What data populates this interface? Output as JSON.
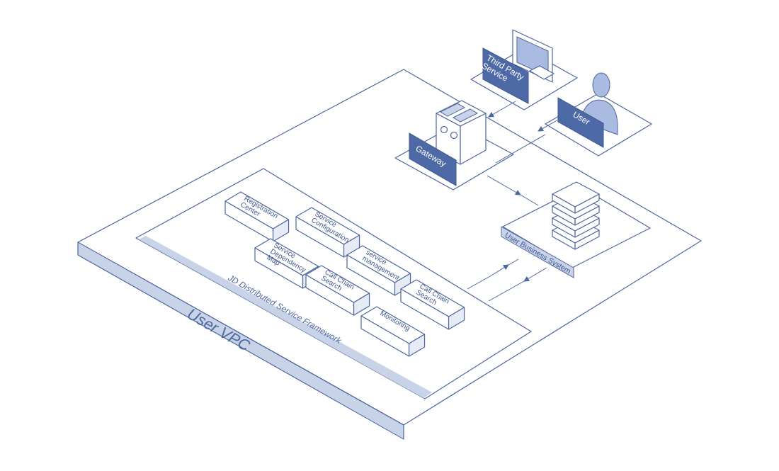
{
  "vpc": {
    "label": "User VPC"
  },
  "framework": {
    "label": "JD Distributed Service Framework",
    "modules": [
      {
        "label": "Registration\nCenter"
      },
      {
        "label": "Service\nConfiguration"
      },
      {
        "label": "Service\nDependency\nMap"
      },
      {
        "label": "service\nmanagement"
      },
      {
        "label": "Call Chain\nSearch"
      },
      {
        "label": "Call Chain\nSearch"
      },
      {
        "label": "Monitoring"
      }
    ]
  },
  "gateway": {
    "label": "Gateway"
  },
  "third_party": {
    "label": "Third Party\nService"
  },
  "user": {
    "label": "User"
  },
  "business_system": {
    "label": "User Business System"
  },
  "colors": {
    "line": "#4c669e",
    "fill_dark": "#4e6aa6",
    "band": "#c9d3e8"
  }
}
